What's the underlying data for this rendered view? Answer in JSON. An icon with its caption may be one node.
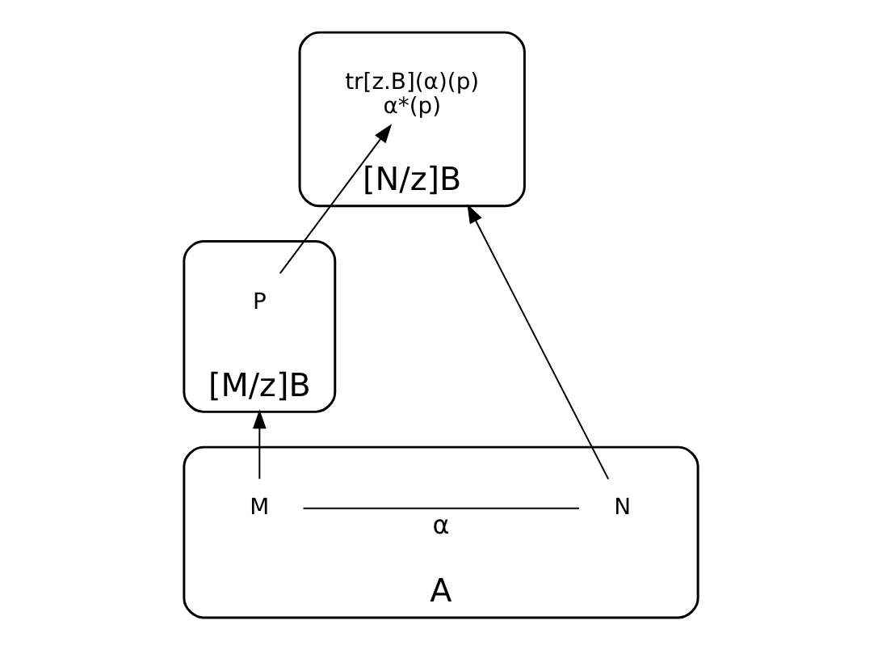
{
  "diagram": {
    "nodes": [
      {
        "text": [
          "[M/z]B"
        ]
      },
      {
        "text": [
          "P"
        ],
        "in": 0
      },
      {
        "text": [
          "[N/z]B"
        ]
      },
      {
        "text": [
          "tr[z.B](α)(p)",
          "α*(p)"
        ],
        "in": 2
      },
      {
        "text": [
          "A"
        ]
      },
      {
        "text": [
          "M"
        ],
        "in": 4
      },
      {
        "text": [
          "N"
        ],
        "in": 4
      }
    ],
    "edges": [
      {
        "from": 1,
        "to": 3,
        "arrow": "to"
      },
      {
        "from": 5,
        "to": 0,
        "arrow": "to"
      },
      {
        "from": 6,
        "to": 2,
        "arrow": "to"
      },
      {
        "from": 5,
        "to": 6,
        "arrow": "none",
        "label": "α"
      }
    ]
  }
}
